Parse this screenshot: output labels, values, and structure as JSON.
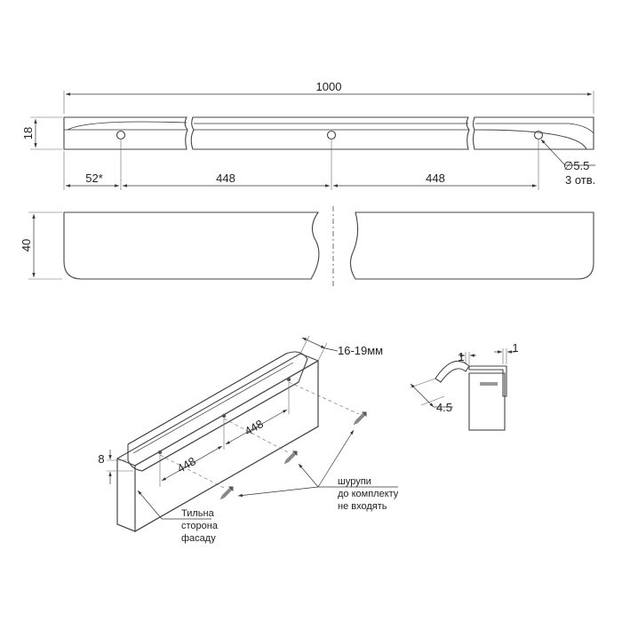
{
  "top_view": {
    "overall_length": "1000",
    "height": "18",
    "edge_offset": "52*",
    "spacing_left": "448",
    "spacing_right": "448",
    "hole_diameter": "∅5.5",
    "hole_count": "3 отв."
  },
  "front_view": {
    "height": "40"
  },
  "isometric": {
    "thickness_range": "16-19мм",
    "spacing_upper": "448",
    "spacing_lower": "448",
    "lip_size": "8",
    "note_screws_line1": "шурупи",
    "note_screws_line2": "до комплекту",
    "note_screws_line3": "не входять",
    "note_back_line1": "Тильна",
    "note_back_line2": "сторона",
    "note_back_line3": "фасаду"
  },
  "section_view": {
    "wall_thickness_a": "1",
    "wall_thickness_b": "1",
    "lip_depth": "4.5"
  }
}
